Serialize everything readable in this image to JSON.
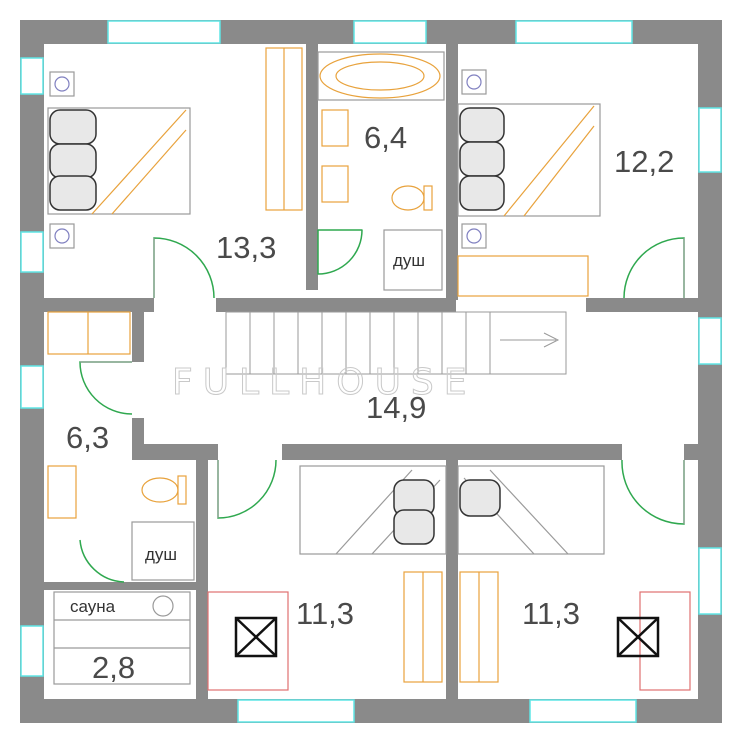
{
  "watermark": "FULLHOUSE",
  "rooms": [
    {
      "id": "bedroom-left",
      "area": "13,3"
    },
    {
      "id": "bathroom-top",
      "area": "6,4"
    },
    {
      "id": "bedroom-right",
      "area": "12,2"
    },
    {
      "id": "hall",
      "area": "14,9"
    },
    {
      "id": "bathroom-left",
      "area": "6,3"
    },
    {
      "id": "kids-room-left",
      "area": "11,3"
    },
    {
      "id": "kids-room-right",
      "area": "11,3"
    },
    {
      "id": "sauna",
      "area": "2,8"
    }
  ],
  "labels": {
    "shower_top": "душ",
    "shower_left": "душ",
    "sauna": "сауна"
  },
  "colors": {
    "wall": "#8a8a8a",
    "window": "#5fe6e6",
    "door_arc": "#2fa84f",
    "furniture": "#e8a23c",
    "line": "#9a9a9a"
  }
}
